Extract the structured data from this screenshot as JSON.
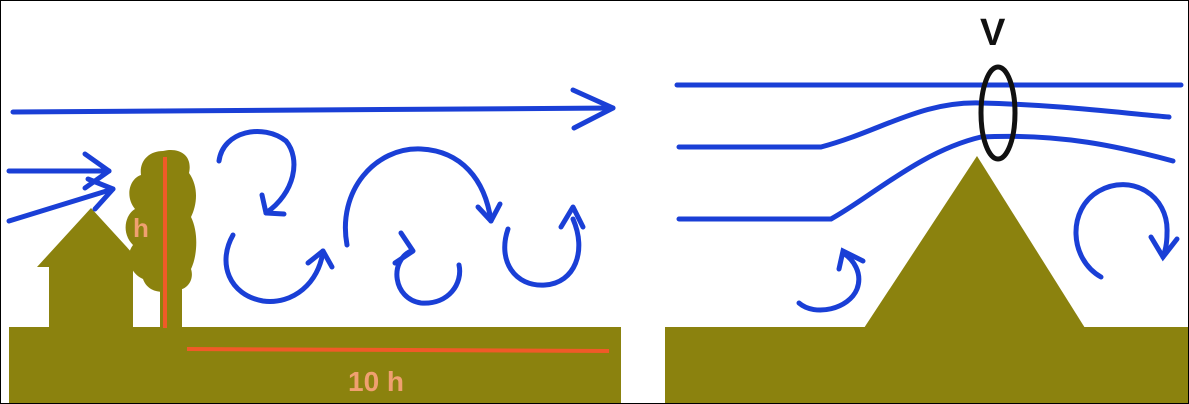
{
  "labels": {
    "height": "h",
    "distance": "10 h",
    "speed": "V"
  },
  "colors": {
    "ground": "#8b820e",
    "wind": "#1a3fd6",
    "measure": "#f05a28",
    "measure_text": "#f0a070",
    "marker": "#111111",
    "background": "#ffffff"
  },
  "icons": {
    "house": "house-icon",
    "tree": "tree-icon",
    "hill": "hill-icon",
    "wind_arrow": "arrow-right-icon",
    "eddy": "circular-arrow-icon"
  }
}
